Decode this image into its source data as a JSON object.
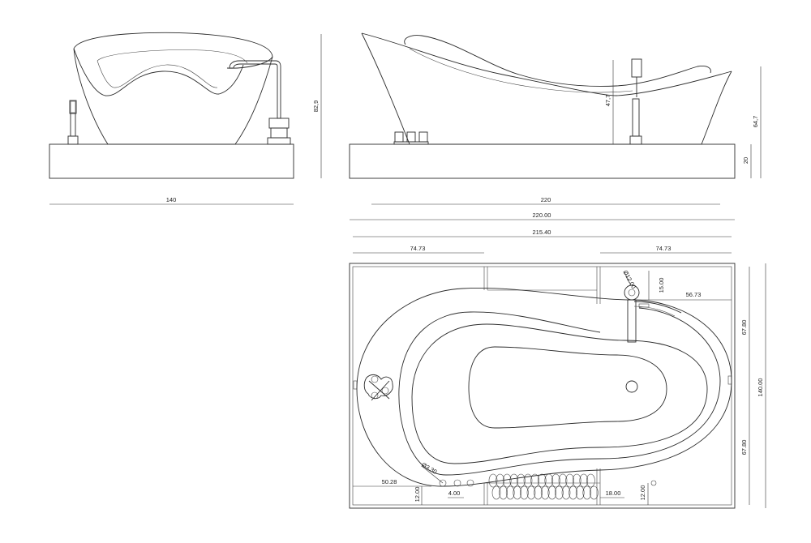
{
  "front_view": {
    "width": "140",
    "height": "82,9"
  },
  "side_view": {
    "length": "220",
    "height": "64,7",
    "inner_height": "47,7",
    "base_height": "20"
  },
  "plan_view": {
    "overall_length": "220.00",
    "inner_length": "215.40",
    "left_span": "74.73",
    "right_span": "74.73",
    "depth": "140.00",
    "half_depth_top": "67.80",
    "half_depth_bottom": "67.80",
    "faucet_offset_x": "56.73",
    "faucet_offset_y": "15.00",
    "faucet_diameter": "Ø12.00",
    "drain_diameter": "Ø3.30",
    "left_clearance": "50.28",
    "left_bottom_gap": "12.00",
    "left_small_gap": "4.00",
    "right_small_gap": "18.00",
    "right_bottom_gap": "12.00"
  }
}
